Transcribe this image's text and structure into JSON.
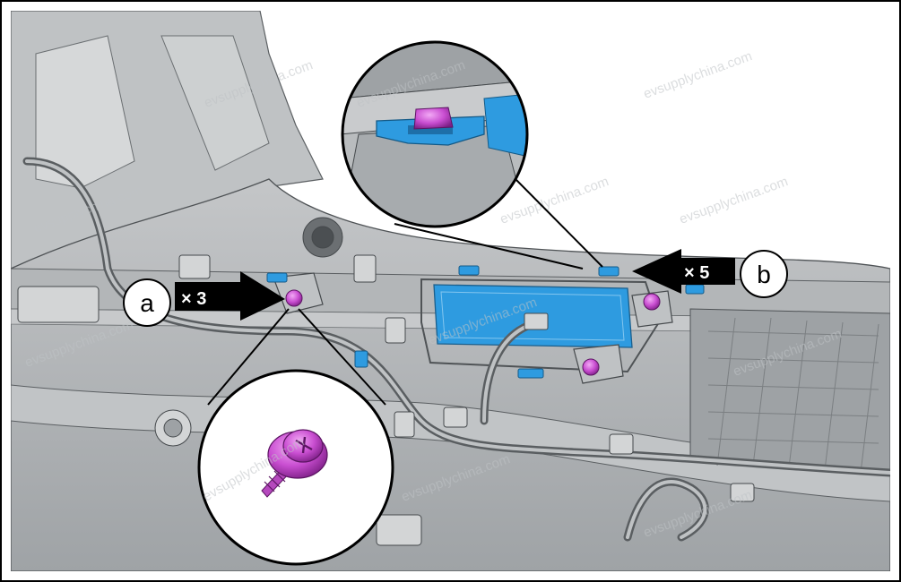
{
  "callouts": [
    {
      "letter": "a",
      "count": "× 3"
    },
    {
      "letter": "b",
      "count": "× 5"
    }
  ],
  "watermark": "evsupplychina.com",
  "colors": {
    "fastener": "#c94ed1",
    "clip": "#2e9be0",
    "panel": "#a8abad",
    "background_panel": "#cfd1d2",
    "outline": "#000000"
  },
  "icons": {
    "fastener": "screw-icon",
    "clip": "clip-icon"
  }
}
